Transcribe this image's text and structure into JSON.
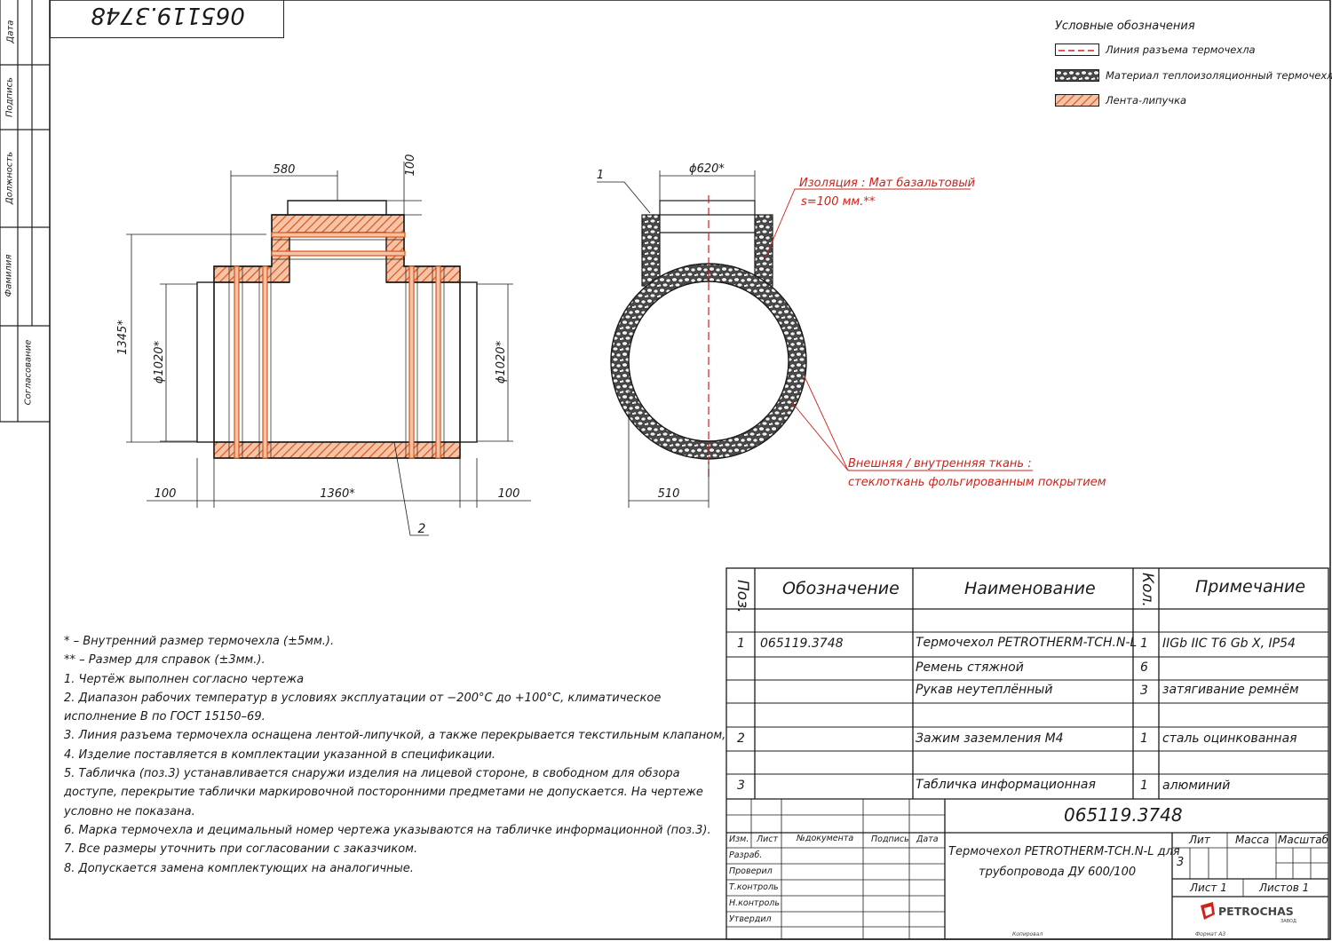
{
  "doc_number_rotated": "065119.3748",
  "side_labels": {
    "date": "Дата",
    "signature": "Подпись",
    "position": "Должность",
    "surname": "Фамилия",
    "approval": "Согласование"
  },
  "legend": {
    "title": "Условные обозначения",
    "items": [
      {
        "label": "Линия разъема термочехла",
        "symbol": "red-dashed-line"
      },
      {
        "label": "Материал теплоизоляционный термочехла",
        "symbol": "pebble-hatch"
      },
      {
        "label": "Лента-липучка",
        "symbol": "orange-diagonal-hatch"
      }
    ]
  },
  "colors": {
    "line": "#1a1a1a",
    "red": "#d0211a",
    "velcro_fill": "#f0b89a",
    "velcro_stroke": "#d05a20",
    "insulation": "#555555"
  },
  "front_view": {
    "dimensions": {
      "branch_width": "580",
      "branch_height": "100",
      "overall_height": "1345*",
      "inner_diameter_left": "ϕ1020*",
      "inner_diameter_right": "ϕ1020*",
      "left_overhang": "100",
      "body_length": "1360*",
      "right_overhang": "100"
    },
    "callout": "2"
  },
  "side_view": {
    "branch_diameter": "ϕ620*",
    "offset": "510",
    "callout": "1",
    "insulation_note_1": "Изоляция : Мат базальтовый",
    "insulation_note_2": "s=100 мм.**",
    "fabric_note_1": "Внешняя / внутренняя ткань :",
    "fabric_note_2": "стеклоткань фольгированным покрытием"
  },
  "notes": [
    "* – Внутренний размер термочехла (±5мм.).",
    "** – Размер для справок (±3мм.).",
    " 1. Чертёж выполнен согласно чертежа",
    "2. Диапазон рабочих температур в условиях эксплуатации от −200°С до +100°С, климатическое",
    " исполнение В по ГОСТ 15150–69.",
    "3. Линия разъема термочехла оснащена лентой-липучкой, а также перекрывается текстильным клапаном,",
    "4. Изделие поставляется в комплектации указанной в спецификации.",
    "5. Табличка (поз.3) устанавливается снаружи изделия на лицевой стороне, в свободном для обзора",
    " доступе, перекрытие таблички маркировочной посторонними предметами не допускается. На чертеже",
    " условно не показана.",
    "6. Марка термочехла и децимальный номер чертежа указываются на табличке информационной (поз.3).",
    "7. Все размеры уточнить при согласовании с заказчиком.",
    "8. Допускается замена комплектующих на аналогичные."
  ],
  "spec": {
    "headers": {
      "pos": "Поз.",
      "designation": "Обозначение",
      "name": "Наименование",
      "qty": "Кол.",
      "note": "Примечание"
    },
    "rows": [
      {
        "pos": "1",
        "designation": "065119.3748",
        "name": "Термочехол PETROTHERM-TCH.N-L",
        "qty": "1",
        "note": "IIGb IIC T6 Gb X, IP54"
      },
      {
        "pos": "",
        "designation": "",
        "name": "Ремень стяжной",
        "qty": "6",
        "note": ""
      },
      {
        "pos": "",
        "designation": "",
        "name": "Рукав неутеплённый",
        "qty": "3",
        "note": "затягивание ремнём"
      },
      {
        "pos": "",
        "designation": "",
        "name": "",
        "qty": "",
        "note": ""
      },
      {
        "pos": "2",
        "designation": "",
        "name": "Зажим заземления М4",
        "qty": "1",
        "note": "сталь оцинкованная"
      },
      {
        "pos": "",
        "designation": "",
        "name": "",
        "qty": "",
        "note": ""
      },
      {
        "pos": "3",
        "designation": "",
        "name": "Табличка информационная",
        "qty": "1",
        "note": "алюминий"
      }
    ]
  },
  "title_block": {
    "doc_number": "065119.3748",
    "title_line1": "Термочехол PETROTHERM-TCH.N-L для",
    "title_line2": "трубопровода ДУ 600/100",
    "cols": {
      "change": "Изм.",
      "sheet": "Лист",
      "doc_no": "№документа",
      "sign": "Подпись",
      "date": "Дата"
    },
    "roles": [
      "Разраб.",
      "Проверил",
      "Т.контроль",
      "Н.контроль",
      "Утвердил"
    ],
    "lit": "Лит",
    "mass": "Масса",
    "scale": "Масштаб",
    "lit_value": "3",
    "sheet_label": "Лист 1",
    "sheets_label": "Листов 1",
    "logo": "PETROCHAS",
    "logo_sub": "ЗАВОД"
  },
  "footer": {
    "copied": "Копировал",
    "format": "Формат А3"
  }
}
